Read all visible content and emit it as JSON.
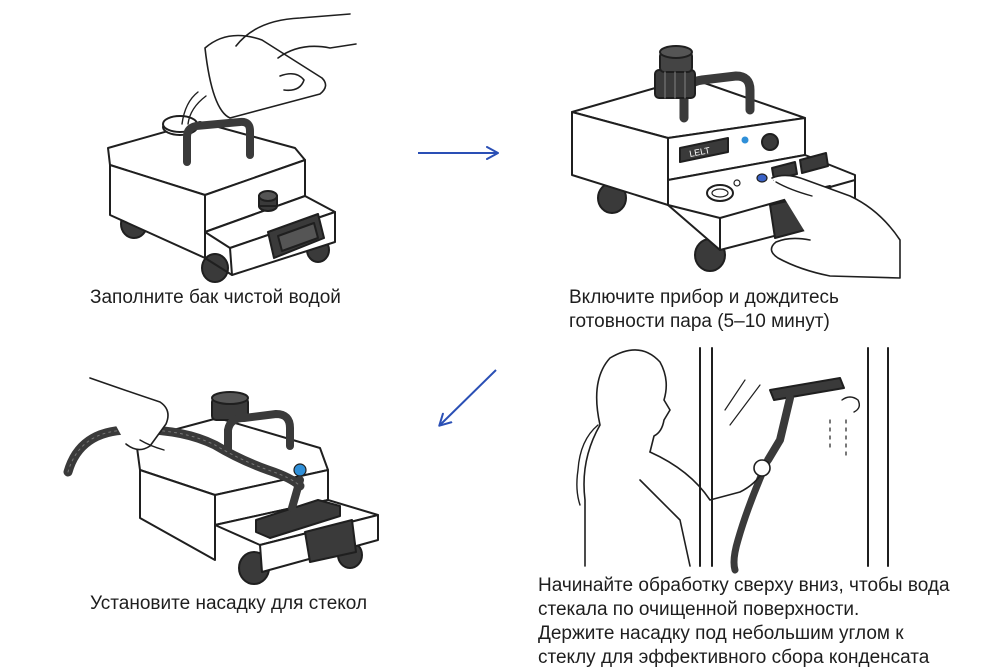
{
  "brand": {
    "logo_text": "LELT"
  },
  "colors": {
    "arrow": "#2a4fb5",
    "indicator": "#2f8fd8",
    "button_blue": "#3a62c6",
    "outline": "#1f1f1f",
    "dark_part": "#3a3a3a",
    "body_fill": "#ffffff"
  },
  "steps": [
    {
      "id": "fill",
      "caption": [
        "Заполните бак чистой водой"
      ],
      "icon": "pour-water-illustration"
    },
    {
      "id": "power",
      "caption": [
        "Включите прибор и дождитесь",
        "готовности пара (5–10 минут)"
      ],
      "icon": "press-button-illustration"
    },
    {
      "id": "attach",
      "caption": [
        "Установите насадку для стекол"
      ],
      "icon": "attach-nozzle-illustration"
    },
    {
      "id": "clean",
      "caption": [
        "Начинайте обработку сверху вниз, чтобы вода",
        "стекала по очищенной поверхности.",
        "Держите насадку под небольшим углом к",
        "стеклу для эффективного сбора конденсата"
      ],
      "icon": "woman-cleaning-window-illustration"
    }
  ],
  "arrows": [
    {
      "name": "arrow-right-icon"
    },
    {
      "name": "arrow-down-left-icon"
    }
  ]
}
